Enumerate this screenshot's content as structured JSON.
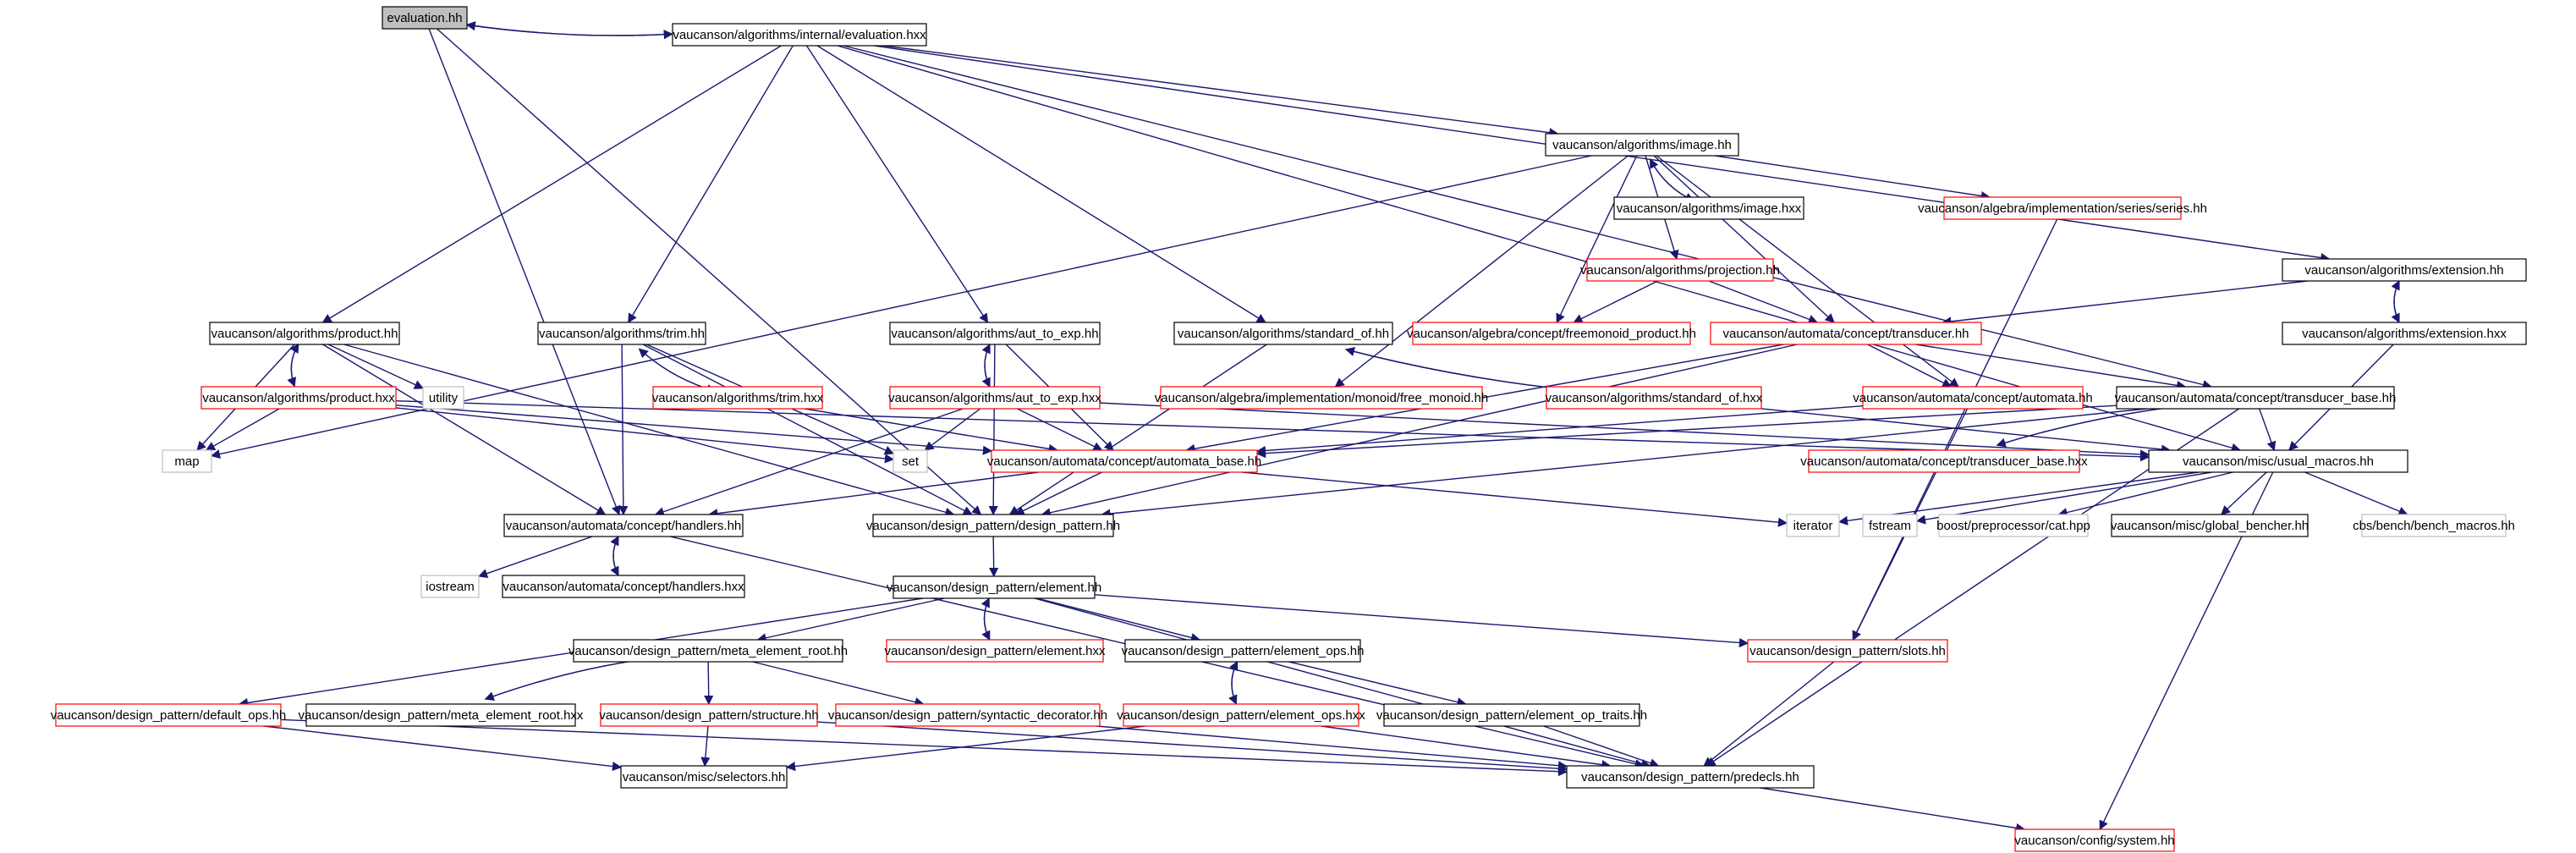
{
  "colors": {
    "edge": "#191970",
    "box_black": "#000000",
    "box_red": "#ff0000",
    "box_gray": "#bfbfbf",
    "root_fill": "#bfbfbf",
    "text": "#000000"
  },
  "nodes": [
    {
      "id": "n0",
      "label": "evaluation.hh",
      "style": "root"
    },
    {
      "id": "n1",
      "label": "vaucanson/algorithms/internal/evaluation.hxx",
      "style": "black"
    },
    {
      "id": "n2",
      "label": "vaucanson/algorithms/image.hh",
      "style": "black"
    },
    {
      "id": "n3",
      "label": "vaucanson/algorithms/image.hxx",
      "style": "black"
    },
    {
      "id": "n4",
      "label": "vaucanson/algebra/implementation/series/series.hh",
      "style": "red"
    },
    {
      "id": "n5",
      "label": "vaucanson/algorithms/projection.hh",
      "style": "red"
    },
    {
      "id": "n6",
      "label": "vaucanson/algorithms/extension.hh",
      "style": "black"
    },
    {
      "id": "n7",
      "label": "vaucanson/algorithms/extension.hxx",
      "style": "black"
    },
    {
      "id": "n8",
      "label": "vaucanson/algorithms/product.hh",
      "style": "black"
    },
    {
      "id": "n9",
      "label": "vaucanson/algorithms/trim.hh",
      "style": "black"
    },
    {
      "id": "n10",
      "label": "vaucanson/algorithms/aut_to_exp.hh",
      "style": "black"
    },
    {
      "id": "n11",
      "label": "vaucanson/algorithms/standard_of.hh",
      "style": "black"
    },
    {
      "id": "n12",
      "label": "vaucanson/algebra/concept/freemonoid_product.hh",
      "style": "red"
    },
    {
      "id": "n13",
      "label": "vaucanson/automata/concept/transducer.hh",
      "style": "red"
    },
    {
      "id": "n14",
      "label": "vaucanson/algorithms/product.hxx",
      "style": "red"
    },
    {
      "id": "n15",
      "label": "utility",
      "style": "gray"
    },
    {
      "id": "n16",
      "label": "vaucanson/algorithms/trim.hxx",
      "style": "red"
    },
    {
      "id": "n17",
      "label": "vaucanson/algorithms/aut_to_exp.hxx",
      "style": "red"
    },
    {
      "id": "n18",
      "label": "vaucanson/algebra/implementation/monoid/free_monoid.hh",
      "style": "red"
    },
    {
      "id": "n19",
      "label": "vaucanson/algorithms/standard_of.hxx",
      "style": "red"
    },
    {
      "id": "n20",
      "label": "vaucanson/automata/concept/automata.hh",
      "style": "red"
    },
    {
      "id": "n21",
      "label": "vaucanson/automata/concept/transducer_base.hh",
      "style": "black"
    },
    {
      "id": "n22",
      "label": "map",
      "style": "gray"
    },
    {
      "id": "n23",
      "label": "set",
      "style": "gray"
    },
    {
      "id": "n24",
      "label": "vaucanson/automata/concept/automata_base.hh",
      "style": "red"
    },
    {
      "id": "n25",
      "label": "vaucanson/automata/concept/transducer_base.hxx",
      "style": "red"
    },
    {
      "id": "n26",
      "label": "vaucanson/misc/usual_macros.hh",
      "style": "black"
    },
    {
      "id": "n27",
      "label": "vaucanson/automata/concept/handlers.hh",
      "style": "black"
    },
    {
      "id": "n28",
      "label": "vaucanson/design_pattern/design_pattern.hh",
      "style": "black"
    },
    {
      "id": "n29",
      "label": "iterator",
      "style": "gray"
    },
    {
      "id": "n30",
      "label": "fstream",
      "style": "gray"
    },
    {
      "id": "n31",
      "label": "boost/preprocessor/cat.hpp",
      "style": "gray"
    },
    {
      "id": "n32",
      "label": "vaucanson/misc/global_bencher.hh",
      "style": "black"
    },
    {
      "id": "n33",
      "label": "cbs/bench/bench_macros.hh",
      "style": "gray"
    },
    {
      "id": "n34",
      "label": "iostream",
      "style": "gray"
    },
    {
      "id": "n35",
      "label": "vaucanson/automata/concept/handlers.hxx",
      "style": "black"
    },
    {
      "id": "n36",
      "label": "vaucanson/design_pattern/element.hh",
      "style": "black"
    },
    {
      "id": "n37",
      "label": "vaucanson/design_pattern/meta_element_root.hh",
      "style": "black"
    },
    {
      "id": "n38",
      "label": "vaucanson/design_pattern/element.hxx",
      "style": "red"
    },
    {
      "id": "n39",
      "label": "vaucanson/design_pattern/element_ops.hh",
      "style": "black"
    },
    {
      "id": "n40",
      "label": "vaucanson/design_pattern/slots.hh",
      "style": "red"
    },
    {
      "id": "n41",
      "label": "vaucanson/design_pattern/default_ops.hh",
      "style": "red"
    },
    {
      "id": "n42",
      "label": "vaucanson/design_pattern/meta_element_root.hxx",
      "style": "black"
    },
    {
      "id": "n43",
      "label": "vaucanson/design_pattern/structure.hh",
      "style": "red"
    },
    {
      "id": "n44",
      "label": "vaucanson/design_pattern/syntactic_decorator.hh",
      "style": "red"
    },
    {
      "id": "n45",
      "label": "vaucanson/design_pattern/element_ops.hxx",
      "style": "red"
    },
    {
      "id": "n46",
      "label": "vaucanson/design_pattern/element_op_traits.hh",
      "style": "black"
    },
    {
      "id": "n47",
      "label": "vaucanson/misc/selectors.hh",
      "style": "black"
    },
    {
      "id": "n48",
      "label": "vaucanson/design_pattern/predecls.hh",
      "style": "black"
    },
    {
      "id": "n49",
      "label": "vaucanson/config/system.hh",
      "style": "red"
    }
  ],
  "edges": [
    [
      "n0",
      "n1"
    ],
    [
      "n1",
      "n0"
    ],
    [
      "n0",
      "n27"
    ],
    [
      "n0",
      "n28"
    ],
    [
      "n1",
      "n2"
    ],
    [
      "n1",
      "n6"
    ],
    [
      "n1",
      "n8"
    ],
    [
      "n1",
      "n9"
    ],
    [
      "n1",
      "n10"
    ],
    [
      "n1",
      "n11"
    ],
    [
      "n1",
      "n21"
    ],
    [
      "n1",
      "n26"
    ],
    [
      "n2",
      "n3"
    ],
    [
      "n3",
      "n2"
    ],
    [
      "n2",
      "n4"
    ],
    [
      "n2",
      "n5"
    ],
    [
      "n2",
      "n12"
    ],
    [
      "n2",
      "n13"
    ],
    [
      "n2",
      "n18"
    ],
    [
      "n2",
      "n20"
    ],
    [
      "n2",
      "n22"
    ],
    [
      "n5",
      "n12"
    ],
    [
      "n5",
      "n13"
    ],
    [
      "n6",
      "n7"
    ],
    [
      "n7",
      "n6"
    ],
    [
      "n6",
      "n13"
    ],
    [
      "n7",
      "n26"
    ],
    [
      "n8",
      "n14"
    ],
    [
      "n14",
      "n8"
    ],
    [
      "n8",
      "n15"
    ],
    [
      "n8",
      "n22"
    ],
    [
      "n8",
      "n27"
    ],
    [
      "n8",
      "n28"
    ],
    [
      "n14",
      "n22"
    ],
    [
      "n14",
      "n23"
    ],
    [
      "n14",
      "n24"
    ],
    [
      "n14",
      "n26"
    ],
    [
      "n9",
      "n16"
    ],
    [
      "n16",
      "n9"
    ],
    [
      "n9",
      "n23"
    ],
    [
      "n9",
      "n27"
    ],
    [
      "n9",
      "n28"
    ],
    [
      "n16",
      "n24"
    ],
    [
      "n10",
      "n17"
    ],
    [
      "n17",
      "n10"
    ],
    [
      "n10",
      "n24"
    ],
    [
      "n10",
      "n28"
    ],
    [
      "n17",
      "n23"
    ],
    [
      "n17",
      "n24"
    ],
    [
      "n17",
      "n27"
    ],
    [
      "n17",
      "n26"
    ],
    [
      "n11",
      "n19"
    ],
    [
      "n19",
      "n11"
    ],
    [
      "n11",
      "n28"
    ],
    [
      "n19",
      "n26"
    ],
    [
      "n13",
      "n20"
    ],
    [
      "n13",
      "n21"
    ],
    [
      "n13",
      "n24"
    ],
    [
      "n13",
      "n28"
    ],
    [
      "n20",
      "n24"
    ],
    [
      "n20",
      "n40"
    ],
    [
      "n21",
      "n25"
    ],
    [
      "n25",
      "n21"
    ],
    [
      "n21",
      "n24"
    ],
    [
      "n21",
      "n26"
    ],
    [
      "n21",
      "n28"
    ],
    [
      "n21",
      "n48"
    ],
    [
      "n24",
      "n27"
    ],
    [
      "n24",
      "n28"
    ],
    [
      "n24",
      "n29"
    ],
    [
      "n26",
      "n29"
    ],
    [
      "n26",
      "n30"
    ],
    [
      "n26",
      "n31"
    ],
    [
      "n26",
      "n32"
    ],
    [
      "n26",
      "n33"
    ],
    [
      "n26",
      "n49"
    ],
    [
      "n27",
      "n34"
    ],
    [
      "n27",
      "n35"
    ],
    [
      "n35",
      "n27"
    ],
    [
      "n27",
      "n48"
    ],
    [
      "n28",
      "n36"
    ],
    [
      "n36",
      "n37"
    ],
    [
      "n36",
      "n38"
    ],
    [
      "n38",
      "n36"
    ],
    [
      "n36",
      "n39"
    ],
    [
      "n36",
      "n40"
    ],
    [
      "n36",
      "n41"
    ],
    [
      "n36",
      "n48"
    ],
    [
      "n37",
      "n42"
    ],
    [
      "n42",
      "n37"
    ],
    [
      "n37",
      "n43"
    ],
    [
      "n37",
      "n44"
    ],
    [
      "n39",
      "n45"
    ],
    [
      "n45",
      "n39"
    ],
    [
      "n39",
      "n46"
    ],
    [
      "n41",
      "n47"
    ],
    [
      "n41",
      "n48"
    ],
    [
      "n43",
      "n47"
    ],
    [
      "n43",
      "n48"
    ],
    [
      "n44",
      "n48"
    ],
    [
      "n45",
      "n47"
    ],
    [
      "n45",
      "n48"
    ],
    [
      "n46",
      "n48"
    ],
    [
      "n4",
      "n40"
    ],
    [
      "n40",
      "n48"
    ],
    [
      "n48",
      "n49"
    ]
  ]
}
